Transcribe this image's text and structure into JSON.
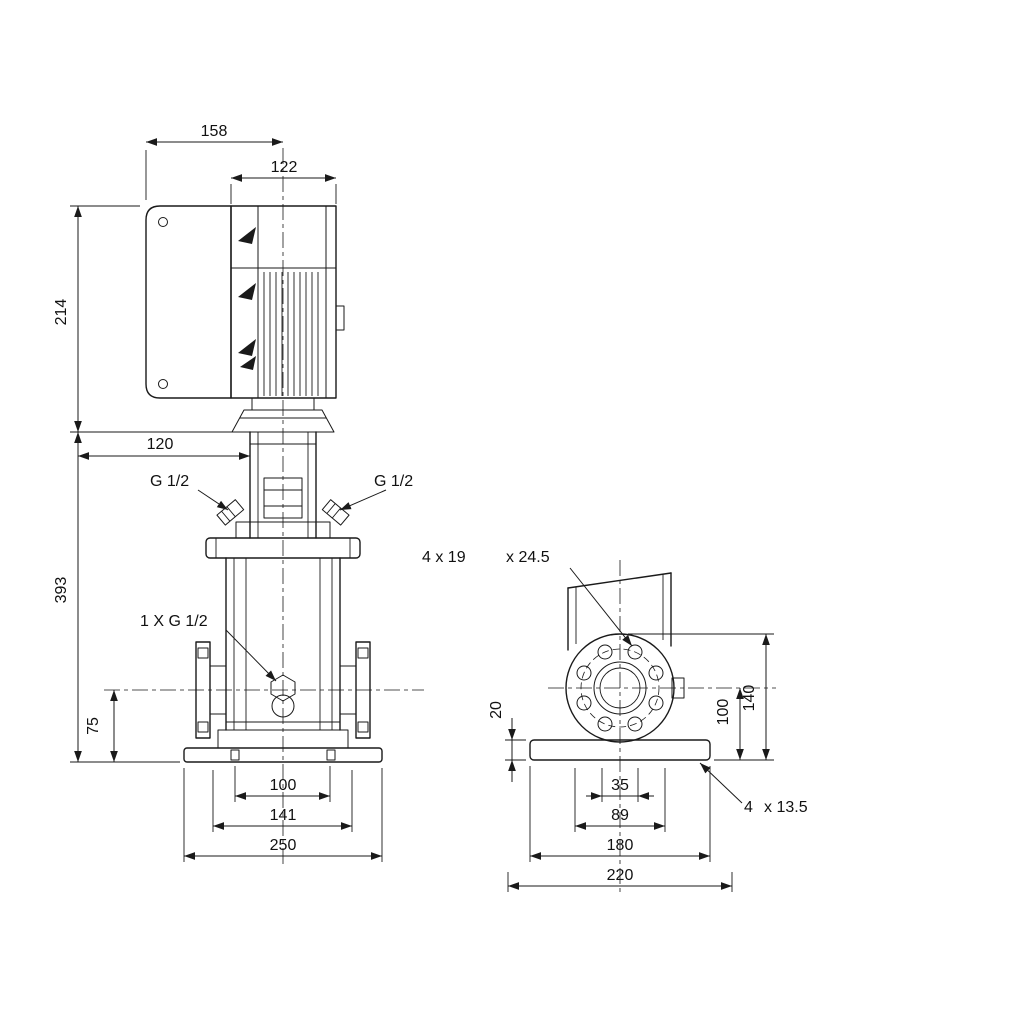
{
  "drawing": {
    "subject": "vertical multistage pump dimensional drawing",
    "front": {
      "d158": "158",
      "d122": "122",
      "d214": "214",
      "d120": "120",
      "d393": "393",
      "d75": "75",
      "g12_left": "G 1/2",
      "g12_right": "G 1/2",
      "drain": "1 X G 1/2",
      "d100": "100",
      "d141": "141",
      "d250": "250"
    },
    "side": {
      "note_4x19": "4 x 19",
      "note_x245": "x 24.5",
      "d20": "20",
      "d100": "100",
      "d140": "140",
      "d35": "35",
      "d89": "89",
      "d180": "180",
      "d220": "220",
      "note_4": "4",
      "note_x135": "x 13.5"
    }
  }
}
